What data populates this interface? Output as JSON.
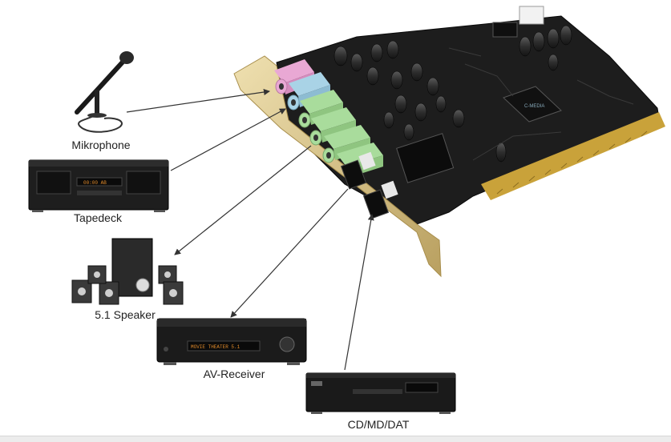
{
  "devices": [
    {
      "id": "mic",
      "label": "Mikrophone"
    },
    {
      "id": "tape",
      "label": "Tapedeck"
    },
    {
      "id": "speaker",
      "label": "5.1 Speaker"
    },
    {
      "id": "receiver",
      "label": "AV-Receiver"
    },
    {
      "id": "cd",
      "label": "CD/MD/DAT"
    }
  ],
  "colors": {
    "jack_pink": "#e9a8d4",
    "jack_blue": "#a9d3e6",
    "jack_green": "#a9dc9c",
    "pcb": "#1c1c1c",
    "bracket": "#d8c28a",
    "gold": "#c9a23a",
    "arrow": "#333333"
  }
}
